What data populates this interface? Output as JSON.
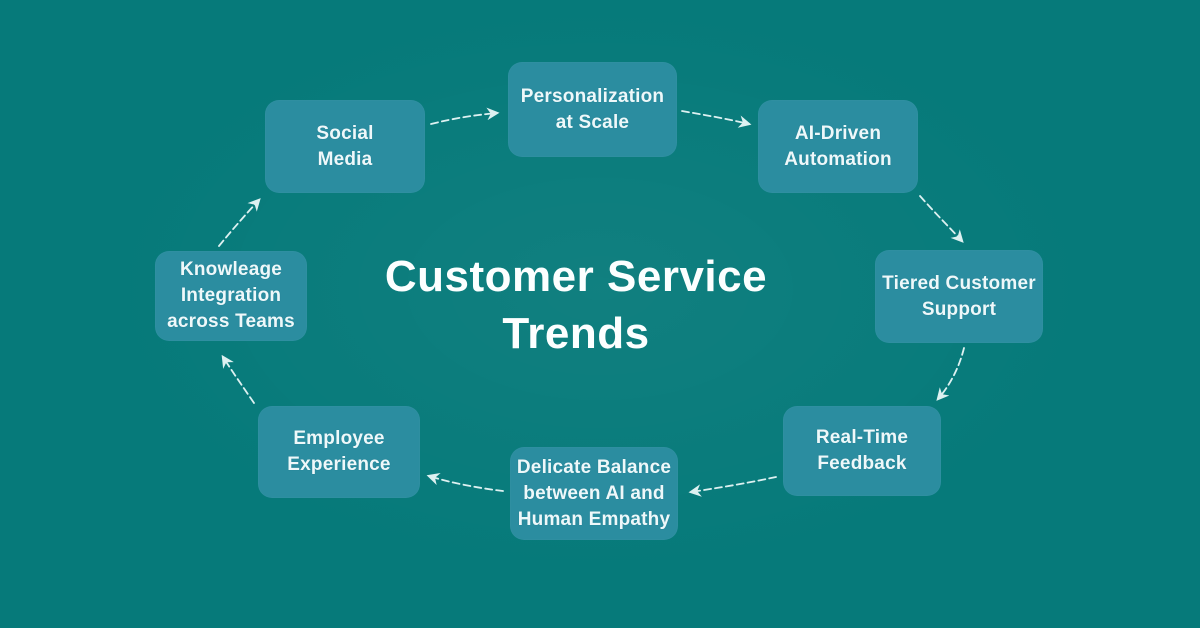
{
  "title": {
    "line1": "Customer Service",
    "line2": "Trends"
  },
  "nodes": [
    {
      "id": "social-media",
      "label": "Social\nMedia"
    },
    {
      "id": "personalization",
      "label": "Personalization\nat Scale"
    },
    {
      "id": "ai-driven-automation",
      "label": "AI-Driven\nAutomation"
    },
    {
      "id": "tiered-customer-support",
      "label": "Tiered Customer\nSupport"
    },
    {
      "id": "real-time-feedback",
      "label": "Real-Time\nFeedback"
    },
    {
      "id": "delicate-balance",
      "label": "Delicate Balance\nbetween AI and\nHuman Empathy"
    },
    {
      "id": "employee-experience",
      "label": "Employee\nExperience"
    },
    {
      "id": "knowleage-integration",
      "label": "Knowleage\nIntegration\nacross Teams"
    }
  ],
  "colors": {
    "background": "#067a7a",
    "node_fill": "#2b8da0",
    "text": "#eef8fa",
    "arrow": "#e9f8f8"
  }
}
